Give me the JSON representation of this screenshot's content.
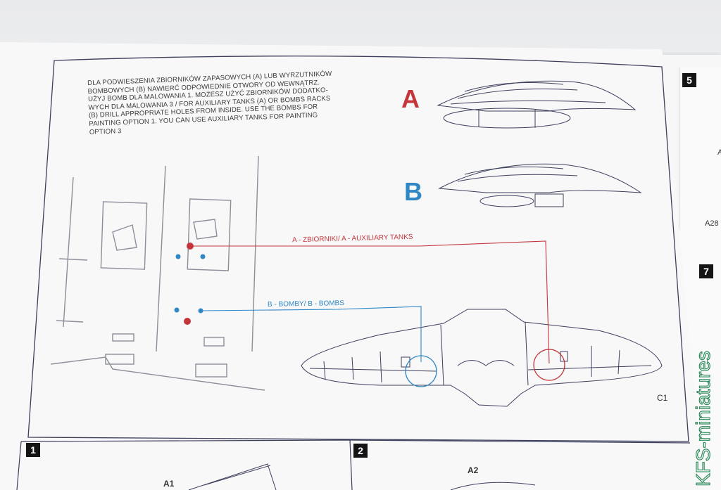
{
  "instructions": {
    "lines": [
      "DLA PODWIESZENIA ZBIORNIKÓW ZAPASOWYCH (A) LUB WYRZUTNIKÓW",
      "BOMBOWYCH (B) NAWIERĆ ODPOWIEDNIE OTWORY OD WEWNĄTRZ.",
      "UŻYJ BOMB DLA MALOWANIA 1. MOŻESZ UŻYĆ ZBIORNIKÓW DODATKO-",
      "WYCH DLA MALOWANIA 3 / FOR AUXILIARY TANKS (A) OR BOMBS RACKS",
      "(B) DRILL APPROPRIATE HOLES FROM INSIDE. USE THE BOMBS FOR",
      "PAINTING OPTION 1.  YOU CAN USE AUXILIARY TANKS FOR PAINTING",
      "OPTION 3"
    ]
  },
  "options": {
    "a_label": "A",
    "b_label": "B"
  },
  "callouts": {
    "a_text": "A - ZBIORNIKI/ A - AUXILIARY TANKS",
    "b_text": "B - BOMBY/ B - BOMBS"
  },
  "parts": {
    "wing_part": "C1",
    "part_a1": "A1",
    "part_a2": "A2",
    "right_part_a": "A",
    "right_part_a28": "A28"
  },
  "steps": {
    "step1": "1",
    "step2": "2",
    "step5": "5",
    "step7": "7"
  },
  "watermark": {
    "text": "KFS-miniatures"
  },
  "colors": {
    "red": "#c4363c",
    "blue": "#2f87c5",
    "line": "#3d3f5c"
  }
}
